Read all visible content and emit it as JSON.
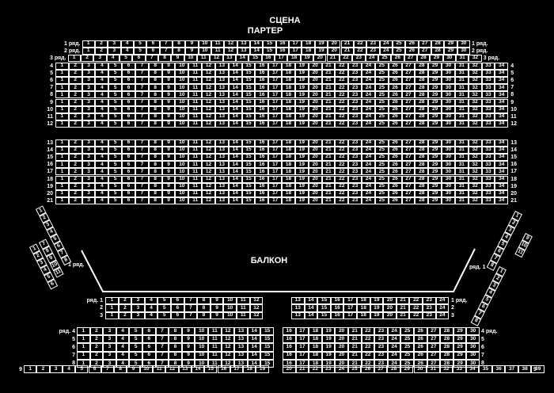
{
  "titles": {
    "stage": "СЦЕНА",
    "parterre": "ПАРТЕР",
    "balcony": "БАЛКОН"
  },
  "row_word": "ряд.",
  "parterre": {
    "rows_1_3": [
      {
        "row": "1",
        "label": "1 ряд.",
        "seats": 30
      },
      {
        "row": "2",
        "label": "2 ряд.",
        "seats": 30
      },
      {
        "row": "3",
        "label": "3 ряд.",
        "seats": 32
      }
    ],
    "rows_4_12": [
      "4",
      "5",
      "6",
      "7",
      "8",
      "9",
      "10",
      "11",
      "12"
    ],
    "rows_13_21": [
      "13",
      "14",
      "15",
      "16",
      "17",
      "18",
      "19",
      "20",
      "21"
    ],
    "seats_per_row": 34
  },
  "balcony_center": {
    "rows": [
      "1",
      "2",
      "3"
    ],
    "left_seats": [
      1,
      2,
      3,
      4,
      5,
      6,
      7,
      8,
      9,
      10,
      11,
      12
    ],
    "right_seats": [
      13,
      14,
      15,
      16,
      17,
      18,
      19,
      20,
      21,
      22,
      23,
      24
    ]
  },
  "balcony_lower": {
    "rows": [
      "4",
      "5",
      "6",
      "7",
      "8"
    ],
    "left_seats_to": 15,
    "right_from": 16,
    "right_to": 30,
    "row9_label": "9",
    "row9_left_to": 19,
    "row9_right_from": 20,
    "row9_right_to": 39
  },
  "side_left_upper": {
    "seats": [
      "1",
      "2",
      "3",
      "4",
      "5",
      "6",
      "7",
      "8"
    ]
  },
  "side_left_lower": {
    "row": "1 ряд.",
    "seats": [
      "1",
      "2",
      "3",
      "4",
      "5",
      "6",
      "7",
      "8",
      "9",
      "10",
      "11"
    ]
  },
  "side_right_upper": {
    "seats": [
      "1",
      "2",
      "3",
      "4",
      "5",
      "6",
      "7",
      "8",
      "9",
      "10",
      "11"
    ]
  },
  "side_right_lower": {
    "row": "ряд. 1",
    "seats": [
      "1",
      "2",
      "3",
      "4",
      "5",
      "6",
      "7",
      "8"
    ]
  }
}
